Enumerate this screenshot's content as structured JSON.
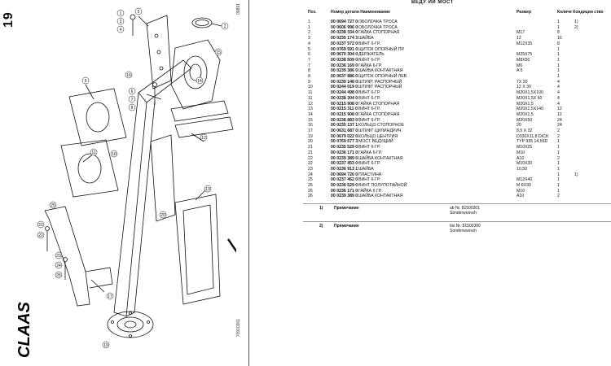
{
  "page": {
    "number": "19",
    "code_top": "09891",
    "code_bottom": "70910361"
  },
  "brand": {
    "logo_text": "CLAAS"
  },
  "table": {
    "title": "ВЕДУ  ИЙ МОСТ",
    "headers": {
      "pos": "Поз.",
      "number": "Номер детали Наименование",
      "size": "Размер",
      "qty": "Количе Кондиции ство"
    },
    "rows": [
      {
        "pos": "1",
        "num": "00 0694 727 0",
        "name": "ОБОЛОЧКА ТРОСА",
        "size": "",
        "qty": "1",
        "cond": "1)"
      },
      {
        "pos": "1",
        "num": "00 0606 996 0",
        "name": "ОБОЛОЧКА ТРОСА",
        "size": "",
        "qty": "1",
        "cond": "2)"
      },
      {
        "pos": "2",
        "num": "00 0238 334 0",
        "name": "ГАЙКА СТОПОРНАЯ",
        "size": "M17",
        "qty": "8",
        "cond": ""
      },
      {
        "pos": "3",
        "num": "00 0235 174 3",
        "name": "ШАЙБА",
        "size": "12",
        "qty": "16",
        "cond": ""
      },
      {
        "pos": "4",
        "num": "00 0237 572 0",
        "name": "ВИНТ 6-ГР.",
        "size": "M12X35",
        "qty": "8",
        "cond": ""
      },
      {
        "pos": "5",
        "num": "00 0769 591 0",
        "name": "ЩИТОК ОПОРНЫЙ ПР.",
        "size": "",
        "qty": "1",
        "cond": ""
      },
      {
        "pos": "6",
        "num": "00 0670 304 0",
        "name": "ДЕРЖАТЕЛЬ",
        "size": "M25X75",
        "qty": "1",
        "cond": ""
      },
      {
        "pos": "7",
        "num": "00 0238 509 0",
        "name": "ВИНТ 6-ГР.",
        "size": "M8X50",
        "qty": "1",
        "cond": ""
      },
      {
        "pos": "7",
        "num": "00 0236 169 0",
        "name": "ГАЙКА 6-ГР.",
        "size": "M6",
        "qty": "1",
        "cond": ""
      },
      {
        "pos": "8",
        "num": "00 0239 386 0",
        "name": "ШАЙБА КОНТАКТНАЯ",
        "size": "A 6",
        "qty": "1",
        "cond": ""
      },
      {
        "pos": "8",
        "num": "00 0637 886 0",
        "name": "ЩИТОК ОПОРНЫЙ ЛЕВ",
        "size": "",
        "qty": "1",
        "cond": ""
      },
      {
        "pos": "9",
        "num": "00 0239 148 0",
        "name": "ШТИФТ РАСПОРНЫЙ",
        "size": "7X 20",
        "qty": "4",
        "cond": ""
      },
      {
        "pos": "10",
        "num": "00 0244 019 0",
        "name": "ШТИФТ РАСПОРНЫЙ",
        "size": "12 X 30",
        "qty": "4",
        "cond": ""
      },
      {
        "pos": "11",
        "num": "00 0244 498 0",
        "name": "ВИНТ 6-ГР.",
        "size": "M20X1,5X100",
        "qty": "4",
        "cond": ""
      },
      {
        "pos": "11",
        "num": "00 0238 304 0",
        "name": "ВИНТ 6-ГР.",
        "size": "M20X1,5X 50",
        "qty": "4",
        "cond": ""
      },
      {
        "pos": "12",
        "num": "00 0215 908 0",
        "name": "ГАЙКА СТОПОРНАЯ",
        "size": "M20X1,5",
        "qty": "4",
        "cond": ""
      },
      {
        "pos": "13",
        "num": "00 0215 311 0",
        "name": "ВИНТ 6-ГР.",
        "size": "M20X1,5X140",
        "qty": "12",
        "cond": ""
      },
      {
        "pos": "14",
        "num": "00 0215 908 0",
        "name": "ГАЙКА СТОПОРНАЯ",
        "size": "M20X1,5",
        "qty": "12",
        "cond": ""
      },
      {
        "pos": "15",
        "num": "00 0238 883 0",
        "name": "ВИНТ 6-ГР.",
        "size": "M20X50",
        "qty": "24",
        "cond": ""
      },
      {
        "pos": "16",
        "num": "00 0235 137 1",
        "name": "КОЛЬЦО СТОПОРНОЕ",
        "size": "20",
        "qty": "24",
        "cond": ""
      },
      {
        "pos": "17",
        "num": "00 0631 687 0",
        "name": "ШТИФТ ЦИЛИНДРИЧ.",
        "size": "8,5 X 32",
        "qty": "2",
        "cond": ""
      },
      {
        "pos": "19",
        "num": "00 0679 022 0",
        "name": "КОЛЬЦО ЦЕНТРИЯ",
        "size": "D330X11,8 DICK",
        "qty": "2",
        "cond": ""
      },
      {
        "pos": "20",
        "num": "00 0769 577 3",
        "name": "МОСТ ВЕДУЩИЙ",
        "size": "TYP 935 14,55D",
        "qty": "1",
        "cond": ""
      },
      {
        "pos": "21",
        "num": "00 0235 529 0",
        "name": "ВИНТ 6-ГР.",
        "size": "M10X25",
        "qty": "1",
        "cond": ""
      },
      {
        "pos": "21",
        "num": "00 0236 171 0",
        "name": "ГАЙКА 6-ГР.",
        "size": "M10",
        "qty": "1",
        "cond": ""
      },
      {
        "pos": "22",
        "num": "00 0239 389 0",
        "name": "ШАЙБА КОНТАКТНАЯ",
        "size": "A10",
        "qty": "2",
        "cond": ""
      },
      {
        "pos": "22",
        "num": "00 0237 453 0",
        "name": "ВИНТ 6-ГР.",
        "size": "M10X30",
        "qty": "1",
        "cond": ""
      },
      {
        "pos": "23",
        "num": "00 0236 913 1",
        "name": "ШАЙБА",
        "size": "10,50",
        "qty": "1",
        "cond": ""
      },
      {
        "pos": "24",
        "num": "00 0694 726 0",
        "name": "ПЛАСТИНА",
        "size": "",
        "qty": "1",
        "cond": "1)"
      },
      {
        "pos": "25",
        "num": "00 0237 462 0",
        "name": "ВИНТ 6-ГР.",
        "size": "M12X40",
        "qty": "1",
        "cond": ""
      },
      {
        "pos": "26",
        "num": "00 0236 529 0",
        "name": "ВИНТ ПОЛУПОТАЙНОЙ",
        "size": "M 8X30",
        "qty": "1",
        "cond": ""
      },
      {
        "pos": "26",
        "num": "00 0236 171 0",
        "name": "ГАЙКА 6 ГР.",
        "size": "M10",
        "qty": "1",
        "cond": ""
      },
      {
        "pos": "26",
        "num": "00 0239 389 0",
        "name": "ШАЙБА КОНТАКТНАЯ",
        "size": "A10",
        "qty": "2",
        "cond": ""
      }
    ],
    "notes": [
      {
        "num": "1)",
        "label": "Примечание",
        "text1": "ab Nr. 81500301",
        "text2": "Sonderwunsch"
      },
      {
        "num": "2)",
        "label": "Примечание",
        "text1": "bis Nr. 81500300",
        "text2": "Sonderwunsch"
      }
    ]
  },
  "callouts": [
    "1",
    "2",
    "3",
    "4",
    "5",
    "6",
    "7",
    "8",
    "9",
    "10",
    "11",
    "12",
    "13",
    "14",
    "15",
    "16",
    "17",
    "19",
    "20",
    "21",
    "22",
    "23",
    "24",
    "25",
    "26"
  ]
}
